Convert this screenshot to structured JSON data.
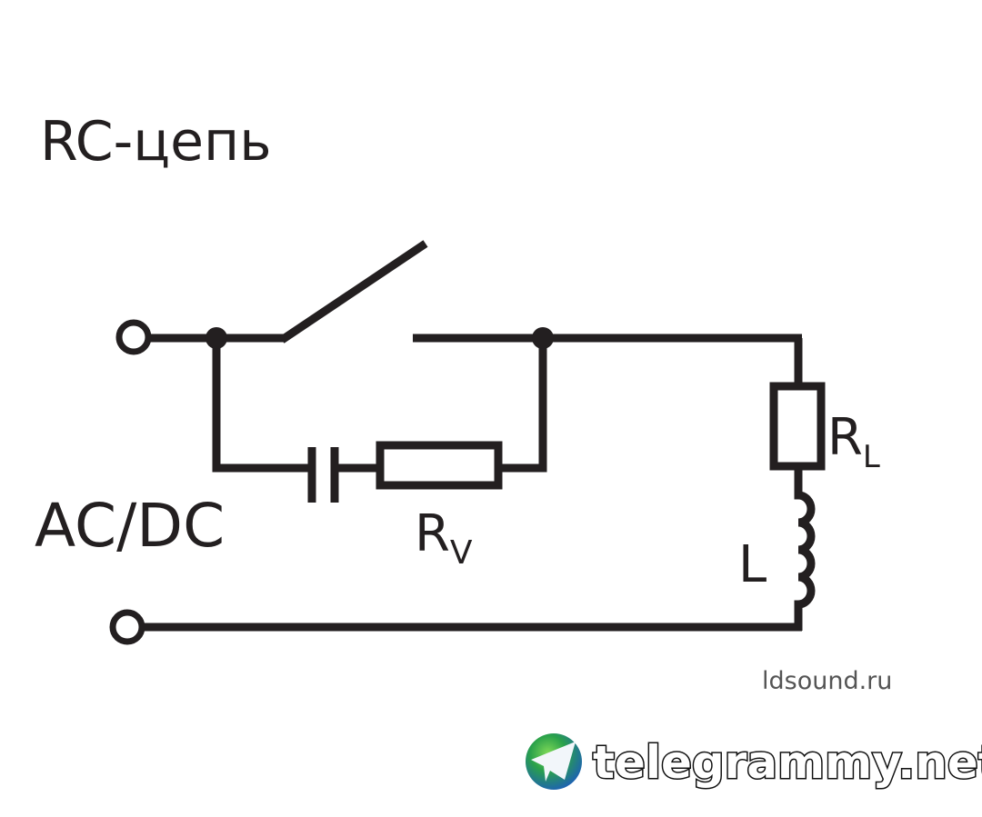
{
  "title": "RC-цепь",
  "source_label": "AC/DC",
  "components": {
    "rv": {
      "symbol": "R",
      "subscript": "V"
    },
    "rl": {
      "symbol": "R",
      "subscript": "L"
    },
    "inductor": {
      "symbol": "L"
    }
  },
  "credit": "ldsound.ru",
  "watermark": "telegrammy.net",
  "colors": {
    "ink": "#231f20",
    "credit": "#555555"
  }
}
